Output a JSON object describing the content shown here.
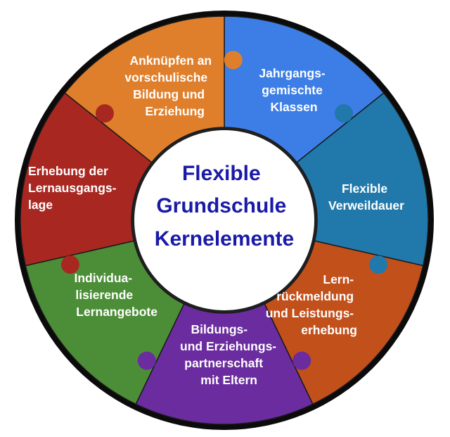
{
  "diagram": {
    "center": {
      "lines": [
        "Flexible",
        "Grundschule",
        "Kernelemente"
      ]
    },
    "segments": [
      {
        "id": "jahrgangsgemischte-klassen",
        "color": "#3d7ee6",
        "lines": [
          "Jahrgangs-",
          "gemischte",
          "Klassen"
        ]
      },
      {
        "id": "flexible-verweildauer",
        "color": "#2178aa",
        "lines": [
          "Flexible",
          "Verweildauer"
        ]
      },
      {
        "id": "lernrueckmeldung",
        "color": "#c2501b",
        "lines": [
          "Lern-",
          "rückmeldung",
          "und Leistungs-",
          "erhebung"
        ]
      },
      {
        "id": "bildungspartnerschaft",
        "color": "#6a2c9e",
        "lines": [
          "Bildungs-",
          "und Erziehungs-",
          "partnerschaft",
          "mit Eltern"
        ]
      },
      {
        "id": "individualisierende-lernangebote",
        "color": "#4c8e37",
        "lines": [
          "Individua-",
          "lisierende",
          "Lernangebote"
        ]
      },
      {
        "id": "erhebung-lernausgangslage",
        "color": "#a82821",
        "lines": [
          "Erhebung der",
          "Lernausgangs-",
          "lage"
        ]
      },
      {
        "id": "anknuepfen-vorschulische-bildung",
        "color": "#e07f2b",
        "lines": [
          "Anknüpfen an",
          "vorschulische",
          "Bildung und",
          "Erziehung"
        ]
      }
    ]
  }
}
